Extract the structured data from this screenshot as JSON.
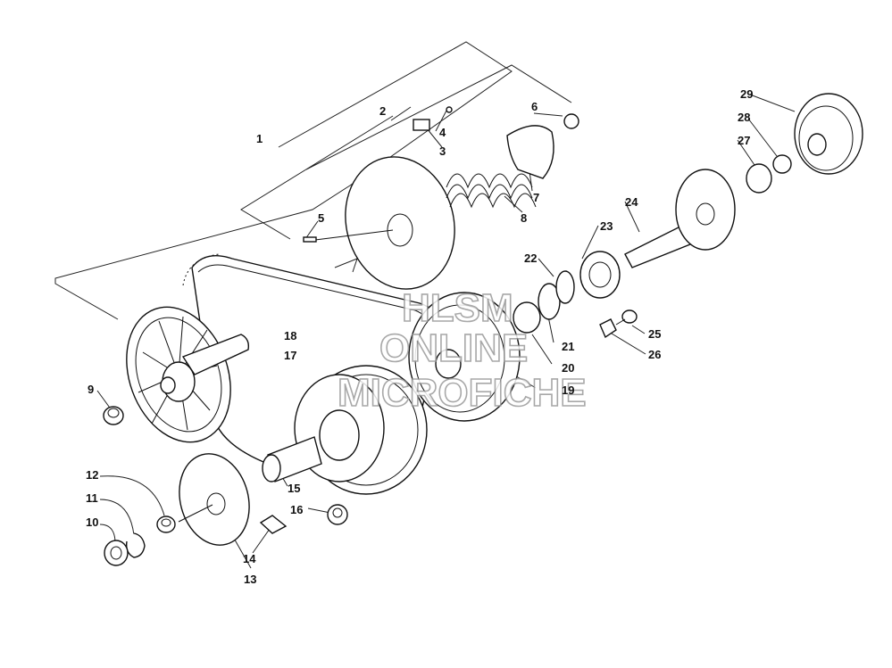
{
  "watermark": {
    "line1": "HLSM",
    "line2": "ONLINE",
    "line3": "MICROFICHE"
  },
  "callouts": [
    {
      "n": "1"
    },
    {
      "n": "2"
    },
    {
      "n": "3"
    },
    {
      "n": "4"
    },
    {
      "n": "5"
    },
    {
      "n": "6"
    },
    {
      "n": "7"
    },
    {
      "n": "8"
    },
    {
      "n": "9"
    },
    {
      "n": "10"
    },
    {
      "n": "11"
    },
    {
      "n": "12"
    },
    {
      "n": "13"
    },
    {
      "n": "14"
    },
    {
      "n": "15"
    },
    {
      "n": "16"
    },
    {
      "n": "17"
    },
    {
      "n": "18"
    },
    {
      "n": "19"
    },
    {
      "n": "20"
    },
    {
      "n": "21"
    },
    {
      "n": "22"
    },
    {
      "n": "23"
    },
    {
      "n": "24"
    },
    {
      "n": "25"
    },
    {
      "n": "26"
    },
    {
      "n": "27"
    },
    {
      "n": "28"
    },
    {
      "n": "29"
    }
  ]
}
